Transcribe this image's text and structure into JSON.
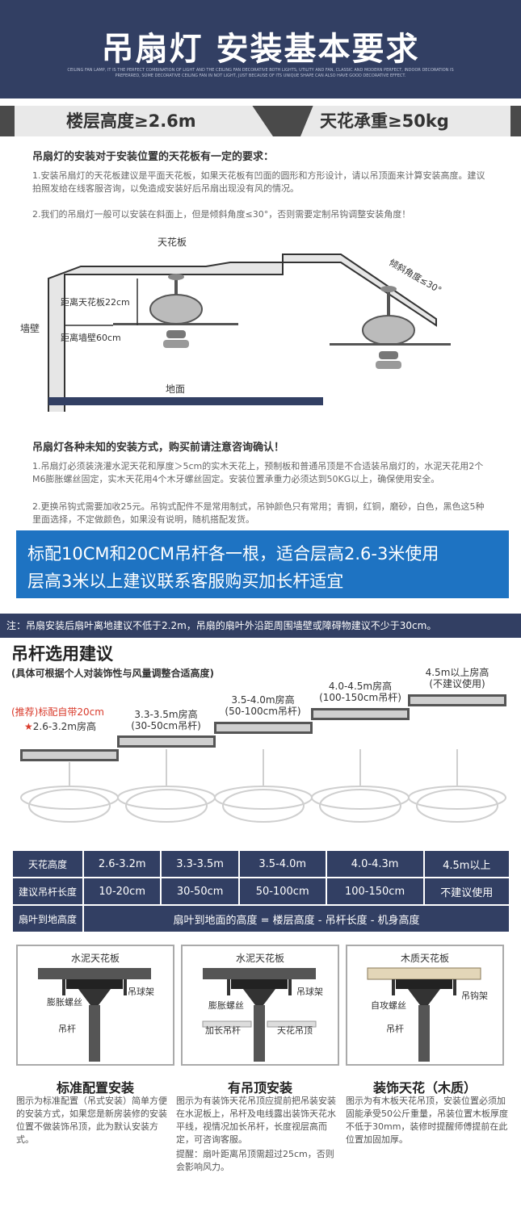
{
  "header": {
    "title": "吊扇灯 安装基本要求",
    "subtitle": "CEILING FAN LAMP, IT IS THE PERFECT COMBINATION OF LIGHT AND THE CEILING FAN DECORATIVE BOTH LIGHTS, UTILITY AND FAN, CLASSIC AND MODERN PERFECT, INDOOR DECORATION IS PREFERRED, SOME DECORATIVE CEILING FAN IN NOT LIGHT, JUST BECAUSE OF ITS UNIQUE SHAPE CAN ALSO HAVE GOOD DECORATIVE EFFECT."
  },
  "requirements": {
    "floor_height": "楼层高度≥2.6m",
    "ceiling_load": "天花承重≥50kg"
  },
  "intro": {
    "heading": "吊扇灯的安装对于安装位置的天花板有一定的要求：",
    "item1": "1.安装吊扇灯的天花板建议是平面天花板，如果天花板有凹面的圆形和方形设计，请以吊顶面来计算安装高度。建议拍照发给在线客服咨询，以免造成安装好后吊扇出现没有风的情况。",
    "item2": "2.我们的吊扇灯一般可以安装在斜面上，但是倾斜角度≤30°，否则需要定制吊钩调整安装角度！"
  },
  "diagram1": {
    "ceiling": "天花板",
    "wall": "墙壁",
    "floor": "地面",
    "dist_ceiling": "距离天花板22cm",
    "dist_wall": "距离墙壁60cm",
    "slope": "倾斜角度≤30°"
  },
  "unknown": {
    "heading": "吊扇灯各种未知的安装方式，购买前请注意咨询确认！",
    "item1": "1.吊扇灯必须装浇灌水泥天花和厚度＞5cm的实木天花上，预制板和普通吊顶是不合适装吊扇灯的，水泥天花用2个M6膨胀螺丝固定，实木天花用4个木牙螺丝固定。安装位置承重力必须达到50KG以上，确保使用安全。",
    "item2": "2.更换吊钩式需要加收25元。吊钩式配件不是常用制式，吊钟颜色只有常用；青铜，红铜，磨砂，白色，黑色这5种里面选择，不定做颜色，如果没有说明，随机搭配发货。"
  },
  "banner": {
    "line1": "标配10CM和20CM吊杆各一根，适合层高2.6-3米使用",
    "line2": "层高3米以上建议联系客服购买加长杆适宜"
  },
  "note": "注：吊扇安装后扇叶离地建议不低于2.2m，吊扇的扇叶外沿距周围墙壁或障碍物建议不少于30cm。",
  "rod_section": {
    "title": "吊杆选用建议",
    "subtitle": "(具体可根据个人对装饰性与风量调整合适高度)",
    "recommend": "(推荐)标配自带20cm",
    "star_label": "2.6-3.2m房高",
    "star_icon": "★",
    "step2_line1": "3.3-3.5m房高",
    "step2_line2": "(30-50cm吊杆)",
    "step3_line1": "3.5-4.0m房高",
    "step3_line2": "(50-100cm吊杆)",
    "step4_line1": "4.0-4.5m房高",
    "step4_line2": "(100-150cm吊杆)",
    "step5_line1": "4.5m以上房高",
    "step5_line2": "(不建议使用)"
  },
  "table": {
    "row1_head": "天花高度",
    "row1": [
      "2.6-3.2m",
      "3.3-3.5m",
      "3.5-4.0m",
      "4.0-4.3m",
      "4.5m以上"
    ],
    "row2_head": "建议吊杆长度",
    "row2": [
      "10-20cm",
      "30-50cm",
      "50-100cm",
      "100-150cm",
      "不建议使用"
    ],
    "row3_head": "扇叶到地高度",
    "row3": "扇叶到地面的高度 = 楼层高度 - 吊杆长度 - 机身高度"
  },
  "cards": [
    {
      "ceiling": "水泥天花板",
      "bolt": "膨胀螺丝",
      "bracket": "吊球架",
      "rod": "吊杆",
      "name": "标准配置安装",
      "desc": "图示为标准配置（吊式安装）简单方便的安装方式，如果您是新房装修的安装位置不做装饰吊顶，此为默认安装方式。"
    },
    {
      "ceiling": "水泥天花板",
      "bolt": "膨胀螺丝",
      "bracket": "吊球架",
      "rod": "加长吊杆",
      "ceiling2": "天花吊顶",
      "name": "有吊顶安装",
      "desc": "图示为有装饰天花吊顶应提前把吊装安装在水泥板上，吊杆及电线露出装饰天花水平线，视情况加长吊杆，长度视层高而定，可咨询客服。",
      "warn": "提醒：扇叶距离吊顶需超过25cm，否则会影响风力。"
    },
    {
      "ceiling": "木质天花板",
      "bolt": "自攻螺丝",
      "bracket": "吊钩架",
      "rod": "吊杆",
      "name": "装饰天花（木质）",
      "desc": "图示为有木板天花吊顶，安装位置必须加固能承受50公斤重量，吊装位置木板厚度不低于30mm，装修时提醒师傅提前在此位置加固加厚。"
    }
  ]
}
